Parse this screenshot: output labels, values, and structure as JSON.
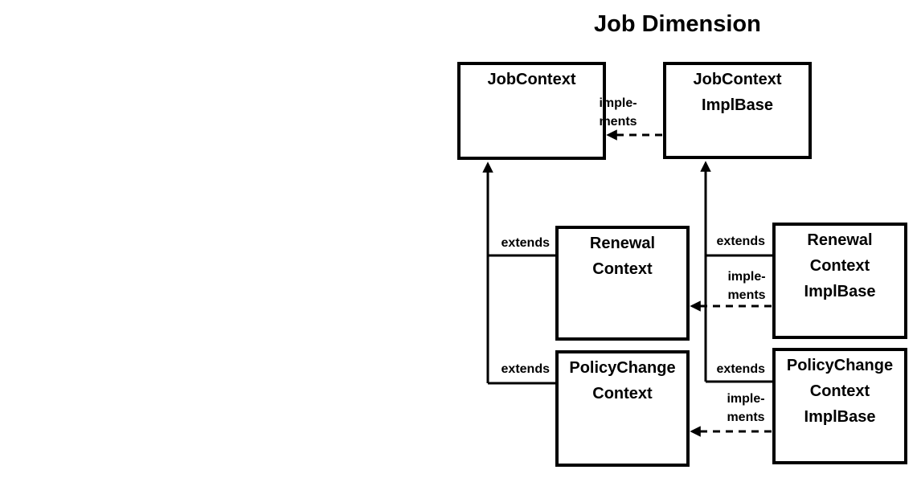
{
  "title": "Job Dimension",
  "diagram_type": "uml-class-diagram",
  "colors": {
    "background": "#ffffff",
    "box_border": "#000000",
    "box_fill": "#ffffff",
    "line": "#000000",
    "text": "#000000"
  },
  "boxes": {
    "job_context": {
      "label": "JobContext"
    },
    "job_context_impl_base": {
      "label": "JobContext\nImplBase"
    },
    "renewal_context": {
      "label": "Renewal\nContext"
    },
    "renewal_context_impl_base": {
      "label": "Renewal\nContext\nImplBase"
    },
    "policy_change_context": {
      "label": "PolicyChange\nContext"
    },
    "policy_change_context_impl_base": {
      "label": "PolicyChange\nContext\nImplBase"
    }
  },
  "edges": [
    {
      "from": "JobContextImplBase",
      "to": "JobContext",
      "type": "implements",
      "style": "dashed-arrow",
      "label": "imple-\nments"
    },
    {
      "from": "RenewalContext",
      "to": "JobContext",
      "type": "extends",
      "style": "solid-arrow",
      "label": "extends"
    },
    {
      "from": "PolicyChangeContext",
      "to": "JobContext",
      "type": "extends",
      "style": "solid-arrow",
      "label": "extends"
    },
    {
      "from": "RenewalContextImplBase",
      "to": "JobContextImplBase",
      "type": "extends",
      "style": "solid-arrow",
      "label": "extends"
    },
    {
      "from": "PolicyChangeContextImplBase",
      "to": "JobContextImplBase",
      "type": "extends",
      "style": "solid-arrow",
      "label": "extends"
    },
    {
      "from": "RenewalContextImplBase",
      "to": "RenewalContext",
      "type": "implements",
      "style": "dashed-arrow",
      "label": "imple-\nments"
    },
    {
      "from": "PolicyChangeContextImplBase",
      "to": "PolicyChangeContext",
      "type": "implements",
      "style": "dashed-arrow",
      "label": "imple-\nments"
    }
  ]
}
